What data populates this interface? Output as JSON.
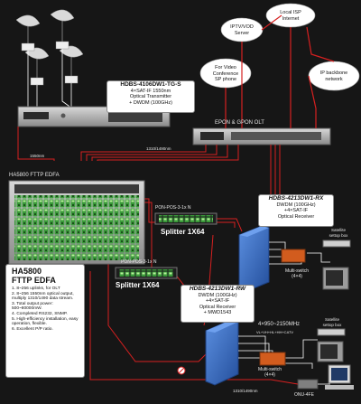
{
  "colors": {
    "background": "#161616",
    "fiber": "#d62020",
    "wire": "#ffffff",
    "text": "#e6e6e6",
    "receiver": "#3f74c8",
    "splitter": "#7ad14b"
  },
  "transmitter": {
    "title": "HDBS-4106DW1-TG-S",
    "lines": [
      "4×SAT-IF 1550nm",
      "Optical Transmitter",
      "+ DWDM (100GHz)"
    ]
  },
  "olt": {
    "label": "EPON & GPON OLT"
  },
  "cloud_iptv": {
    "lines": [
      "IPTV/VOD",
      "Server"
    ]
  },
  "cloud_isp": {
    "lines": [
      "Local ISP",
      "Internet"
    ]
  },
  "cloud_video": {
    "lines": [
      "For Video",
      "Conference",
      "SP phone"
    ]
  },
  "cloud_backbone": {
    "lines": [
      "IP backbone",
      "network"
    ]
  },
  "fiber_labels": {
    "f1550": "1550nm",
    "f1310_top": "1310/1490nm",
    "f1310_bottom": "1310/1490nm"
  },
  "edfa": {
    "model": "HA5800  FTTP EDFA",
    "title": "HA5800",
    "subtitle": "FTTP EDFA",
    "features": [
      "1. 8~256 uplinks, for OLT",
      "2. 8~256 1550nm optical output, multiply 1310/1490 data stream.",
      "3. Total output power: 500~80000mW.",
      "4. Completed RS232, SNMP.",
      "5. High-efficiency installation, easy operation, flexible.",
      "6. Excellent P/P ratio."
    ]
  },
  "splitter_top": {
    "model": "PON-POS-3-1x N",
    "name": "Splitter 1X64"
  },
  "splitter_bottom": {
    "model": "PON-POS-3-1x N",
    "name": "Splitter 1X64"
  },
  "receiver_rx": {
    "title": "HDBS-4213DW1-RX",
    "lines": [
      "DWDM (100GHz)",
      "+4×SAT-IF",
      "Optical Receiver"
    ]
  },
  "receiver_rw": {
    "title": "HDBS-4213DW1-RW",
    "lines": [
      "DWDM (100GHz)",
      "+4×SAT-IF",
      "Optical Receiver",
      "+ MWD1543"
    ]
  },
  "multiswitch_top": {
    "lines": [
      "Multi-switch",
      "(4×4)"
    ]
  },
  "multiswitch_bottom": {
    "lines": [
      "Multi-switch",
      "(4×4)"
    ]
  },
  "stb_top": {
    "lines": [
      "Satellite",
      "settop box"
    ]
  },
  "stb_bottom": {
    "lines": [
      "Satellite",
      "settop box"
    ]
  },
  "band": {
    "range": "4×950~2150MHz",
    "signals": "VL+VH+HL+HH+CATV"
  },
  "onu": {
    "label": "ONU-4FE"
  }
}
